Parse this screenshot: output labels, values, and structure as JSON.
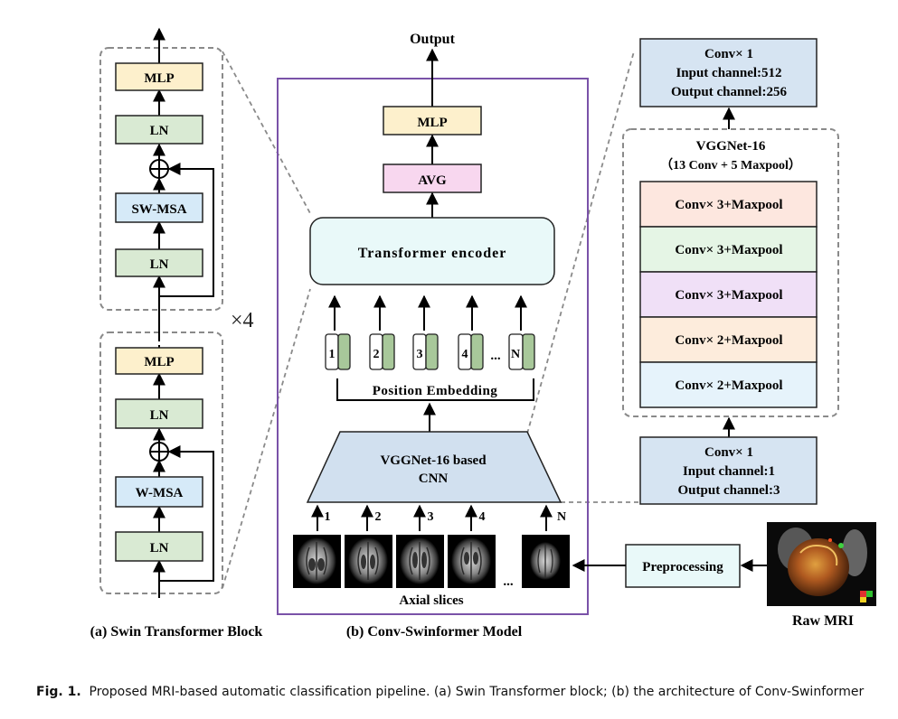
{
  "swin_block": {
    "upper": [
      "MLP",
      "LN",
      "SW-MSA",
      "LN"
    ],
    "lower": [
      "MLP",
      "LN",
      "W-MSA",
      "LN"
    ],
    "repeat": "×4",
    "label": "(a) Swin Transformer Block"
  },
  "conv_swinformer": {
    "output": "Output",
    "mlp": "MLP",
    "avg": "AVG",
    "encoder": "Transformer encoder",
    "tokens": [
      "1",
      "2",
      "3",
      "4",
      "N"
    ],
    "ellipsis": "...",
    "position_embedding": "Position Embedding",
    "cnn_line1": "VGGNet-16 based",
    "cnn_line2": "CNN",
    "slice_numbers": [
      "1",
      "2",
      "3",
      "4",
      "N"
    ],
    "slice_ellipsis": "...",
    "slices_label": "Axial slices",
    "label": "(b) Conv-Swinformer Model"
  },
  "vgg": {
    "top_conv": [
      "Conv× 1",
      "Input channel:512",
      "Output channel:256"
    ],
    "title": "VGGNet-16",
    "subtitle": "（13 Conv + 5 Maxpool）",
    "layers": [
      "Conv× 3+Maxpool",
      "Conv× 3+Maxpool",
      "Conv× 3+Maxpool",
      "Conv× 2+Maxpool",
      "Conv× 2+Maxpool"
    ],
    "bottom_conv": [
      "Conv× 1",
      "Input channel:1",
      "Output channel:3"
    ]
  },
  "preprocessing": "Preprocessing",
  "raw_mri": "Raw MRI",
  "caption": {
    "prefix": "Fig. 1.",
    "text": "Proposed MRI-based automatic classification pipeline. (a) Swin Transformer block; (b) the architecture of Conv-Swinformer"
  },
  "colors": {
    "mlp": "#fdf0cc",
    "ln": "#d9ead3",
    "msa": "#d6eaf8",
    "avg": "#f8d7ef",
    "encoder": "#e9f9f9",
    "cnn": "#d1e0ef",
    "conv": "#d6e4f2",
    "token_green": "#a8c89a",
    "purple_frame": "#7a52a8",
    "vgg_layers": [
      "#fde7df",
      "#e5f5e5",
      "#f0e0f7",
      "#fdecdc",
      "#e6f3fb"
    ]
  }
}
